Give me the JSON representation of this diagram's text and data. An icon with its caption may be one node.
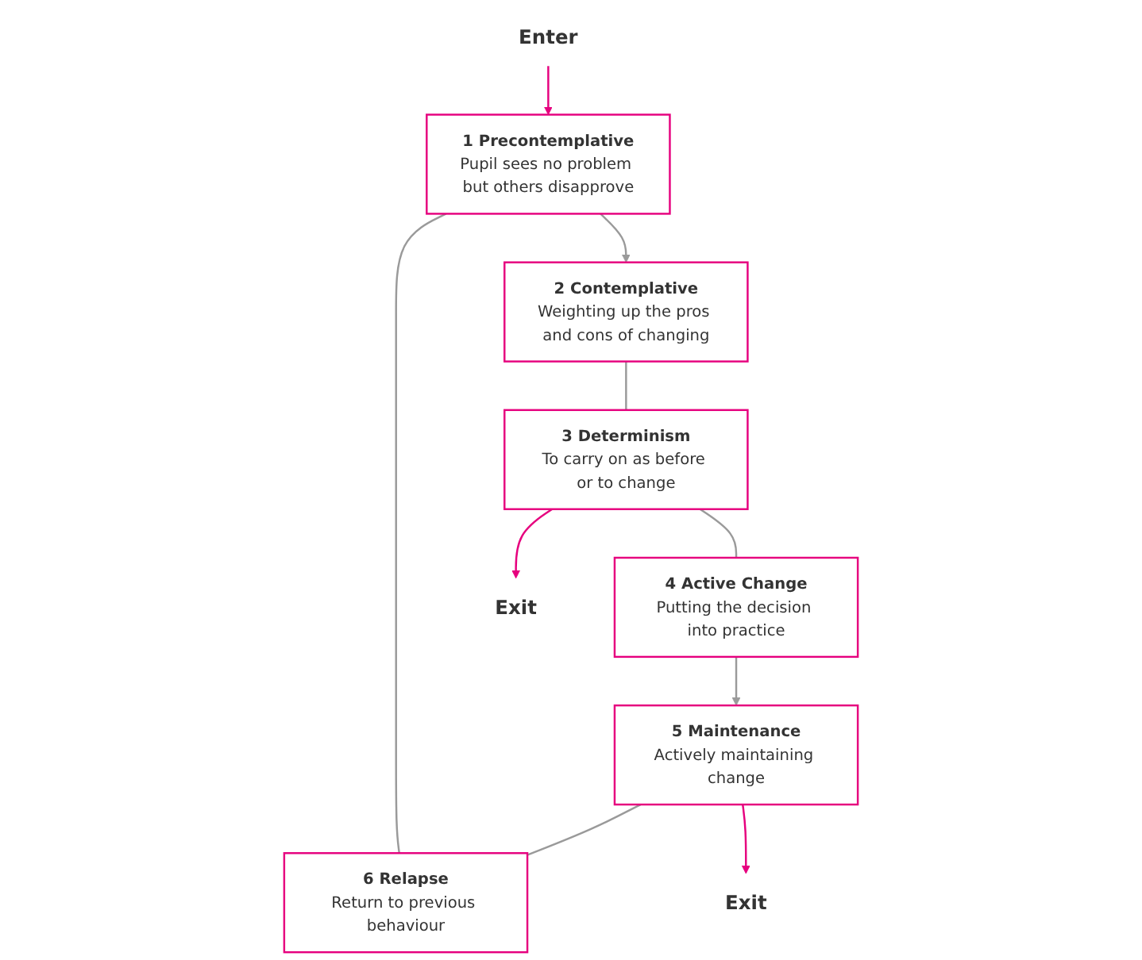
{
  "diagram": {
    "nodes": [
      {
        "text": [
          "Enter"
        ]
      },
      {
        "text": [
          "1 Precontemplative",
          "Pupil sees no problem but others disapprove"
        ]
      },
      {
        "text": [
          "2 Contemplative",
          "Weighting up the pros and cons of changing"
        ]
      },
      {
        "text": [
          "3 Determinism",
          "To carry on as before or to change"
        ]
      },
      {
        "text": [
          "4 Active Change",
          "Putting the decision into practice"
        ]
      },
      {
        "text": [
          "5 Maintenance",
          "Actively maintaining change"
        ]
      },
      {
        "text": [
          "6 Relapse",
          "Return to previous behaviour"
        ]
      },
      {
        "text": [
          "Exit"
        ]
      },
      {
        "text": [
          "Exit"
        ]
      }
    ],
    "edges": [
      {
        "from": 0,
        "to": 1,
        "arrow": "to",
        "color": "#e6007e"
      },
      {
        "from": 1,
        "to": 2,
        "arrow": "to"
      },
      {
        "from": 2,
        "to": 3,
        "arrow": "none"
      },
      {
        "from": 3,
        "to": 4,
        "arrow": "none"
      },
      {
        "from": 4,
        "to": 5,
        "arrow": "to"
      },
      {
        "from": 5,
        "to": 6,
        "arrow": "none"
      },
      {
        "from": 6,
        "to": 1,
        "arrow": "none"
      },
      {
        "from": 3,
        "to": 7,
        "arrow": "to",
        "color": "#e6007e"
      },
      {
        "from": 5,
        "to": 8,
        "arrow": "to",
        "color": "#e6007e"
      }
    ]
  }
}
